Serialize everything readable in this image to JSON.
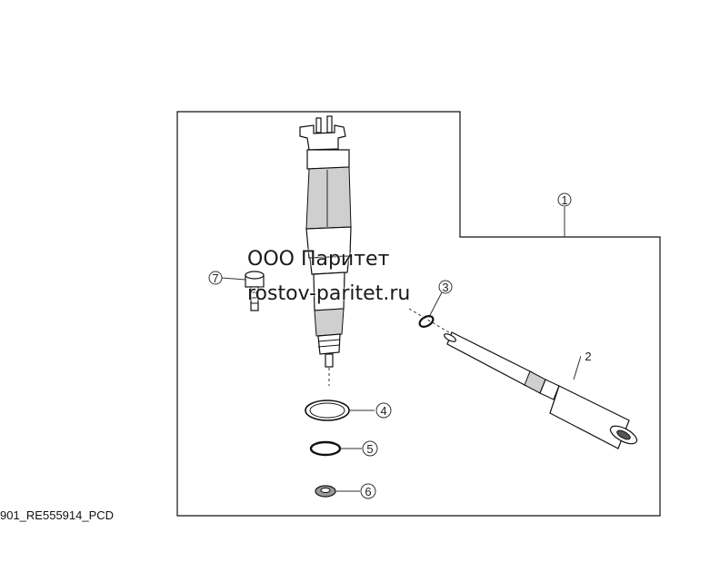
{
  "callouts": [
    {
      "id": "1",
      "label": "1"
    },
    {
      "id": "2",
      "label": "2"
    },
    {
      "id": "3",
      "label": "3"
    },
    {
      "id": "4",
      "label": "4"
    },
    {
      "id": "5",
      "label": "5"
    },
    {
      "id": "6",
      "label": "6"
    },
    {
      "id": "7",
      "label": "7"
    }
  ],
  "watermark": {
    "line1": "ООО Паритет",
    "line2": "rostov-paritet.ru"
  },
  "document_code": "901_RE555914_PCD"
}
